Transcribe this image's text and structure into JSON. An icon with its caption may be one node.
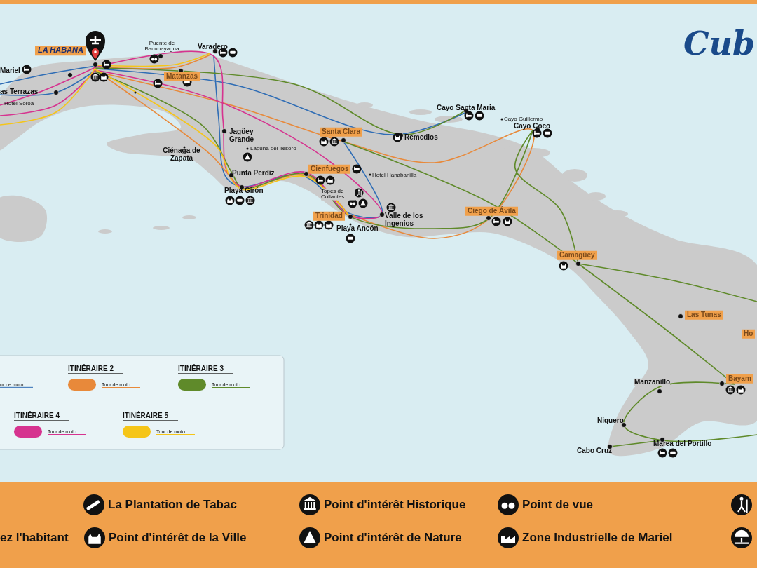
{
  "diagram": {
    "labels": [
      "Cub",
      "LA HABANA",
      "Puente de Bacunayagua",
      "Varadero",
      "Mariel",
      "Matanzas",
      "as Terrazas",
      "Hotel Soroa",
      "Cayo Santa Maria",
      "Cayo Guillermo",
      "Cayo Coco",
      "Santa Clara",
      "Remedios",
      "Jagüey Grande",
      "Ciénaga de Zapata",
      "Laguna del Tesoro",
      "Punta Perdiz",
      "Cienfuegos",
      "Hotel Hanabanilla",
      "Playa Girón",
      "Topes de Collantes",
      "Valle de los Ingenios",
      "Ciego de Ávila",
      "Trinidad",
      "Playa Ancón",
      "Camagüey",
      "Las Tunas",
      "Ho",
      "ITINÉRAIRE 2",
      "ITINÉRAIRE 3",
      "ur de moto",
      "Bayam",
      "Manzanillo",
      "ITINÉRAIRE 4",
      "ITINÉRAIRE 5",
      "Niquero",
      "Marea del Portillo",
      "Cabo Cruz"
    ],
    "legend": [
      {
        "text": "Tour de moto",
        "color": "#e8893a"
      },
      {
        "text": "Tour de moto",
        "color": "#5f8a2a"
      },
      {
        "text": "Tour de moto",
        "color": "#d6338f"
      },
      {
        "text": "Tour de moto",
        "color": "#f5c518"
      },
      {
        "text": "La Plantation de Tabac"
      },
      {
        "text": "Point d'intérêt Historique"
      },
      {
        "text": "Point de vue"
      },
      {
        "text": "ez l'habitant"
      },
      {
        "text": "Point d'intérêt de la Ville"
      },
      {
        "text": "Point d'intérêt de Nature"
      },
      {
        "text": "Zone Industrielle de Mariel"
      }
    ]
  }
}
